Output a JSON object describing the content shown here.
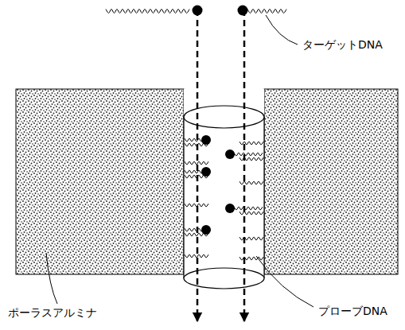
{
  "diagram": {
    "labels": [
      "ターゲットDNA",
      "ポーラスアルミナ",
      "プローブDNA"
    ]
  }
}
